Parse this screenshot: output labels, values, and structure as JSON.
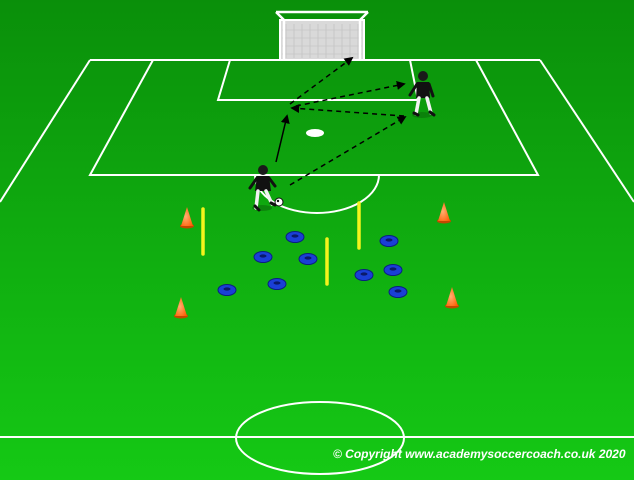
{
  "copyright": "© Copyright www.academysoccercoach.co.uk 2020",
  "colors": {
    "grass_top": "#0b9a0b",
    "grass_bottom": "#13c313",
    "line": "#ffffff",
    "cone": "#ff6a00",
    "disc": "#1a3fd6",
    "pole": "#f2f21a",
    "player_shirt": "#111111"
  },
  "elements": {
    "players": [
      "attacker-dribbling",
      "goalkeeper"
    ],
    "cones": 4,
    "discs": 9,
    "poles": 3,
    "runs": [
      "dashed-pass-lines",
      "solid-run-arrow"
    ]
  }
}
